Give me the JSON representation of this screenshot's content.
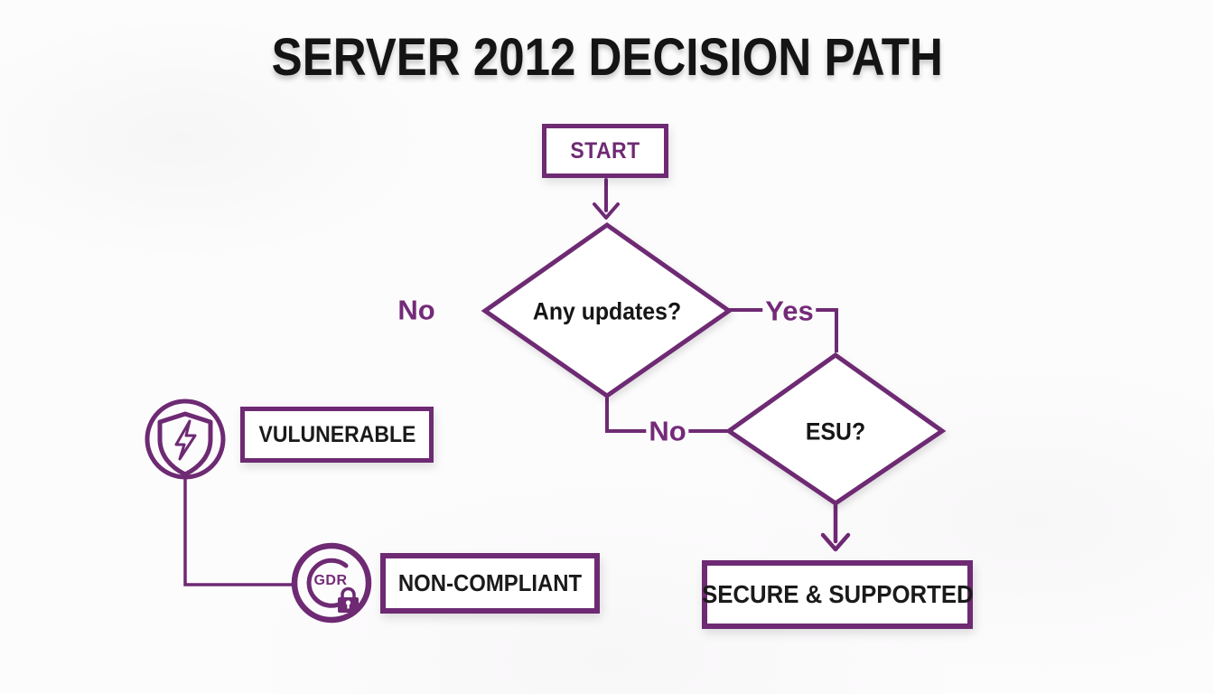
{
  "title": "SERVER 2012 DECISION PATH",
  "colors": {
    "line_purple": "#6e2a73",
    "label_purple": "#742b78",
    "text_black": "#161616",
    "background": "#fdfcfd"
  },
  "nodes": {
    "start": {
      "label": "START"
    },
    "any_updates": {
      "label": "Any updates?",
      "type": "decision"
    },
    "esu": {
      "label": "ESU?",
      "type": "decision"
    },
    "vulnerable": {
      "label": "VULUNERABLE"
    },
    "non_compliant": {
      "label": "NON-COMPLIANT"
    },
    "secure_supported": {
      "label": "SECURE & SUPPORTED"
    }
  },
  "edges": {
    "no_left": {
      "label": "No"
    },
    "yes_right": {
      "label": "Yes"
    },
    "no_to_esu": {
      "label": "No"
    }
  },
  "icons": {
    "shield": {
      "name": "shield-lightning-icon"
    },
    "gdr": {
      "name": "gdr-lock-icon",
      "label": "GDR"
    }
  }
}
